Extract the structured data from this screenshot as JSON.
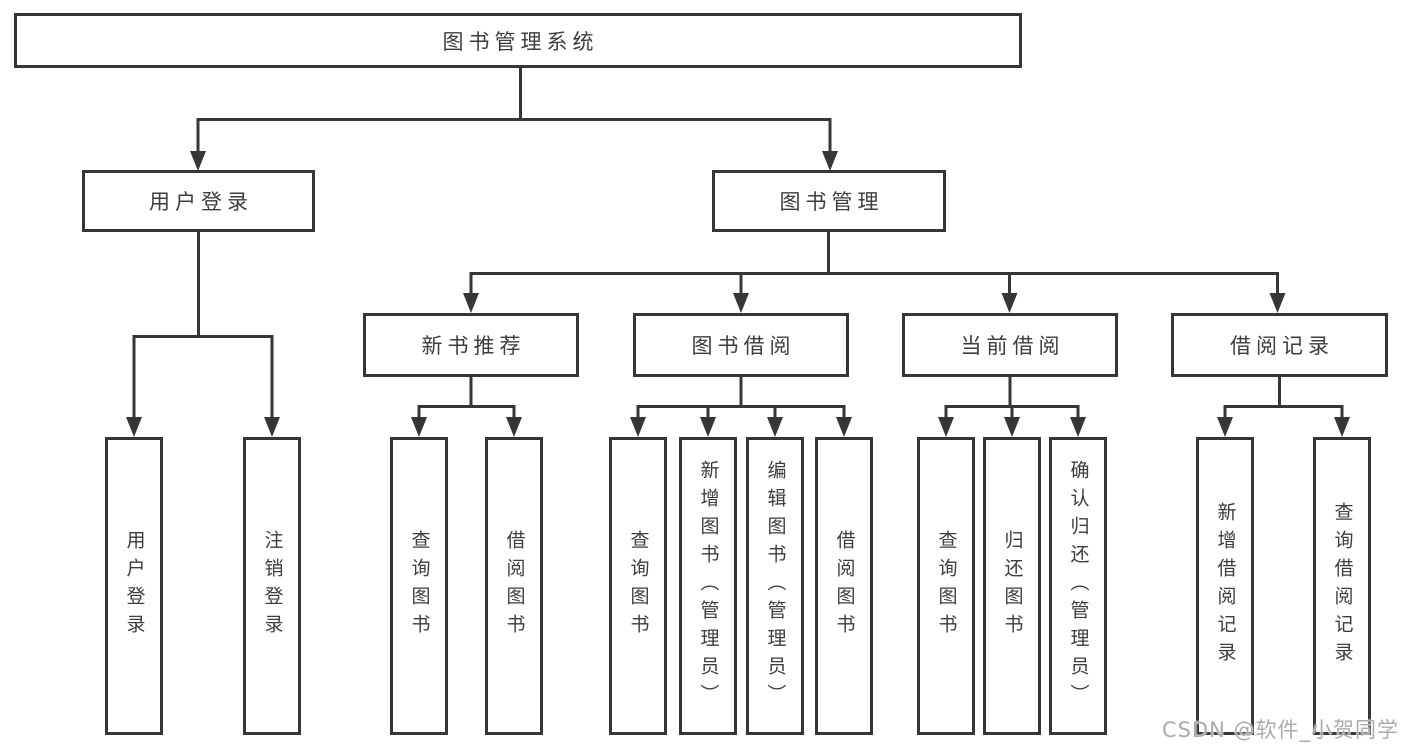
{
  "colors": {
    "line": "#363636",
    "node_border": "#363636",
    "node_text": "#3d3d3d",
    "background": "#ffffff",
    "watermark_text_color": "#acacac"
  },
  "tree": {
    "root": {
      "label": "图书管理系统",
      "children": [
        {
          "label": "用户登录",
          "children": [
            {
              "label": "用户登录"
            },
            {
              "label": "注销登录"
            }
          ]
        },
        {
          "label": "图书管理",
          "children": [
            {
              "label": "新书推荐",
              "children": [
                {
                  "label": "查询图书"
                },
                {
                  "label": "借阅图书"
                }
              ]
            },
            {
              "label": "图书借阅",
              "children": [
                {
                  "label": "查询图书"
                },
                {
                  "label": "新增图书（管理员）"
                },
                {
                  "label": "编辑图书（管理员）"
                },
                {
                  "label": "借阅图书"
                }
              ]
            },
            {
              "label": "当前借阅",
              "children": [
                {
                  "label": "查询图书"
                },
                {
                  "label": "归还图书"
                },
                {
                  "label": "确认归还（管理员）"
                }
              ]
            },
            {
              "label": "借阅记录",
              "children": [
                {
                  "label": "新增借阅记录"
                },
                {
                  "label": "查询借阅记录"
                }
              ]
            }
          ]
        }
      ]
    }
  },
  "watermark": {
    "text": "CSDN @软件_小贺同学"
  }
}
